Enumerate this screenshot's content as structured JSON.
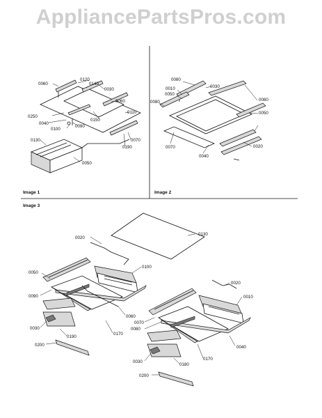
{
  "watermark": "AppliancePartsPros.com",
  "panels": {
    "image1": {
      "label": "Image 1"
    },
    "image2": {
      "label": "Image 2"
    },
    "image3": {
      "label": "Image 3"
    }
  },
  "callouts": {
    "image1": [
      "0060",
      "0120",
      "0140",
      "0030",
      "0060",
      "0250",
      "0040",
      "0100",
      "0090",
      "0150",
      "0110",
      "0070",
      "0190",
      "0130",
      "0050"
    ],
    "image2": [
      "0080",
      "0030",
      "0010",
      "0050",
      "0080",
      "0080",
      "0050",
      "0070",
      "0040",
      "0020"
    ],
    "image3": [
      "0020",
      "0130",
      "0050",
      "0100",
      "0090",
      "0060",
      "0030",
      "0190",
      "0200",
      "0170",
      "0020",
      "0010",
      "0070",
      "0080",
      "0040",
      "0030",
      "0180",
      "0170",
      "0200"
    ]
  },
  "colors": {
    "watermark": "#cfcfcf",
    "ink": "#111111"
  }
}
